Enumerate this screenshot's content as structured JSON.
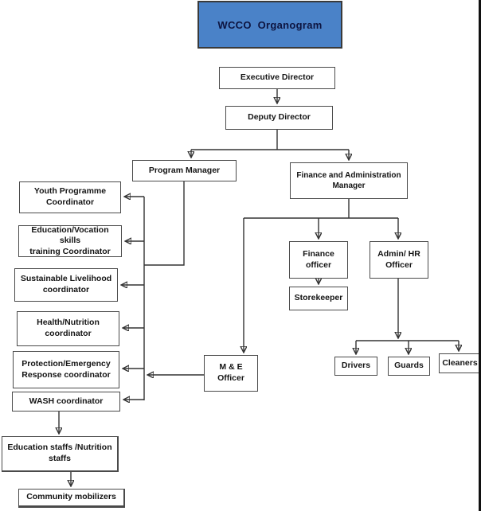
{
  "title": {
    "label": "WCCO  Organogram",
    "bg_color": "#4a82c8",
    "text_color": "#0d1440"
  },
  "nodes": {
    "executive_director": {
      "label": "Executive Director"
    },
    "deputy_director": {
      "label": "Deputy Director"
    },
    "program_manager": {
      "label": "Program Manager"
    },
    "finance_admin_manager": {
      "label": "Finance and Administration\nManager"
    },
    "youth_programme_coordinator": {
      "label": "Youth Programme\nCoordinator"
    },
    "education_vocation_coordinator": {
      "label": "Education/Vocation skills\ntraining Coordinator"
    },
    "sustainable_livelihood_coordinator": {
      "label": "Sustainable Livelihood\ncoordinator"
    },
    "health_nutrition_coordinator": {
      "label": "Health/Nutrition\ncoordinator"
    },
    "protection_emergency_coordinator": {
      "label": "Protection/Emergency\nResponse coordinator"
    },
    "wash_coordinator": {
      "label": "WASH coordinator"
    },
    "education_nutrition_staffs": {
      "label": "Education staffs /Nutrition\nstaffs"
    },
    "community_mobilizers": {
      "label": "Community mobilizers"
    },
    "me_officer": {
      "label": "M & E\nOfficer"
    },
    "finance_officer": {
      "label": "Finance\nofficer"
    },
    "admin_hr_officer": {
      "label": "Admin/ HR\nOfficer"
    },
    "storekeeper": {
      "label": "Storekeeper"
    },
    "drivers": {
      "label": "Drivers"
    },
    "guards": {
      "label": "Guards"
    },
    "cleaners": {
      "label": "Cleaners"
    }
  },
  "edges": [
    {
      "from": "executive_director",
      "to": "deputy_director"
    },
    {
      "from": "deputy_director",
      "to": "program_manager"
    },
    {
      "from": "deputy_director",
      "to": "finance_admin_manager"
    },
    {
      "from": "program_manager",
      "to": "youth_programme_coordinator"
    },
    {
      "from": "program_manager",
      "to": "education_vocation_coordinator"
    },
    {
      "from": "program_manager",
      "to": "sustainable_livelihood_coordinator"
    },
    {
      "from": "program_manager",
      "to": "health_nutrition_coordinator"
    },
    {
      "from": "program_manager",
      "to": "protection_emergency_coordinator"
    },
    {
      "from": "program_manager",
      "to": "wash_coordinator"
    },
    {
      "from": "wash_coordinator",
      "to": "education_nutrition_staffs"
    },
    {
      "from": "education_nutrition_staffs",
      "to": "community_mobilizers"
    },
    {
      "from": "finance_admin_manager",
      "to": "me_officer"
    },
    {
      "from": "finance_admin_manager",
      "to": "finance_officer"
    },
    {
      "from": "finance_admin_manager",
      "to": "admin_hr_officer"
    },
    {
      "from": "finance_officer",
      "to": "storekeeper"
    },
    {
      "from": "admin_hr_officer",
      "to": "drivers"
    },
    {
      "from": "admin_hr_officer",
      "to": "guards"
    },
    {
      "from": "admin_hr_officer",
      "to": "cleaners"
    },
    {
      "from": "me_officer",
      "to": "coordinator_trunk"
    }
  ]
}
